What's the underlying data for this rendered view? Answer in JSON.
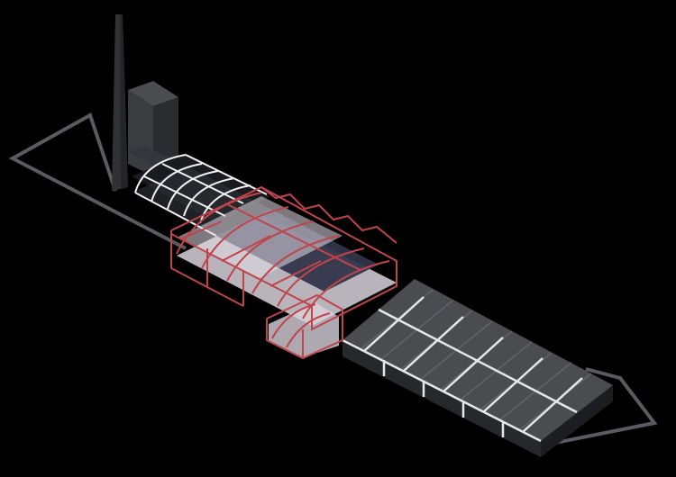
{
  "diagram": {
    "kind": "isometric-axonometric",
    "colors": {
      "background": "#000000",
      "site_outline": "#5a5a60",
      "chimney": "#2f3133",
      "boiler_block": "#3a3c3f",
      "grey_shed_roof": "#4a4c50",
      "grey_shed_frame": "#e6e6ea",
      "red_structure": "#c0454a",
      "white_hall_frame": "#f2f2f5",
      "floor_slab": "#d9d2dc",
      "dark_floor": "#31354a"
    },
    "components": [
      {
        "id": "chimney",
        "icon": "chimney-icon"
      },
      {
        "id": "boiler-block",
        "icon": "building-block-icon"
      },
      {
        "id": "white-vaulted-hall",
        "icon": "vault-frame-icon"
      },
      {
        "id": "red-intervention-structure",
        "icon": "truss-frame-icon"
      },
      {
        "id": "grey-sawtooth-shed",
        "icon": "shed-roof-icon"
      },
      {
        "id": "site-boundary",
        "icon": "boundary-line-icon"
      }
    ]
  }
}
